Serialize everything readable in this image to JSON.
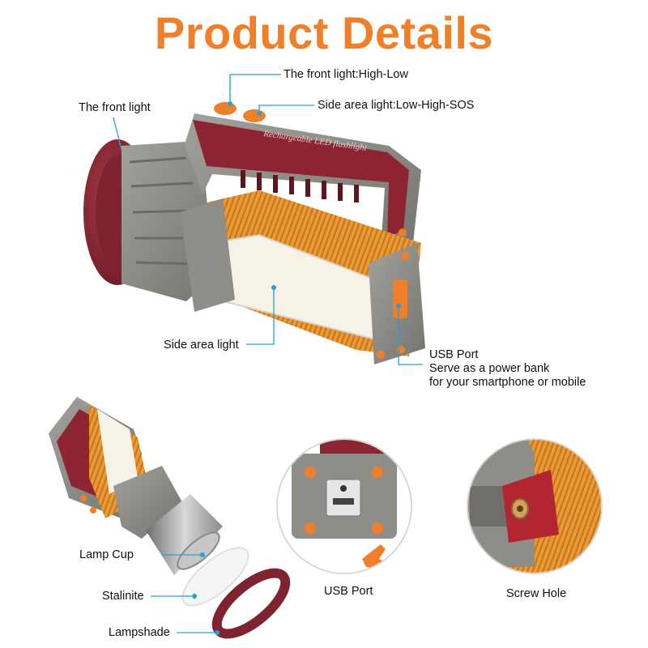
{
  "title": "Product Details",
  "accent_color": "#f07f2a",
  "callout_color": "#2a9fd6",
  "labels": {
    "front_light_mode": "The front light:High-Low",
    "side_light_mode": "Side area light:Low-High-SOS",
    "front_light": "The front light",
    "side_area_light": "Side area light",
    "usb_port_line1": "USB Port",
    "usb_port_line2": "Serve as a power bank",
    "usb_port_line3": "for your smartphone or mobile",
    "lamp_cup": "Lamp Cup",
    "stalinite": "Stalinite",
    "lampshade": "Lampshade",
    "usb_port": "USB Port",
    "screw_hole": "Screw Hole"
  },
  "product_text": "Rechargeable LED flashlight"
}
